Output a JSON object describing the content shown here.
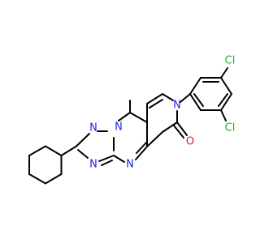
{
  "molecule": {
    "atoms": {
      "cl_upper": "Cl",
      "cl_lower": "Cl",
      "n_amide": "N",
      "o_carbonyl": "O",
      "n_bridge": "N",
      "n_triazole_1": "N",
      "n_triazole_2": "N",
      "n_pyrimidine": "N"
    },
    "colors": {
      "bond": "#000000",
      "nitrogen": "#1f1ff2",
      "oxygen": "#e31a1a",
      "chlorine": "#22aa22"
    }
  }
}
